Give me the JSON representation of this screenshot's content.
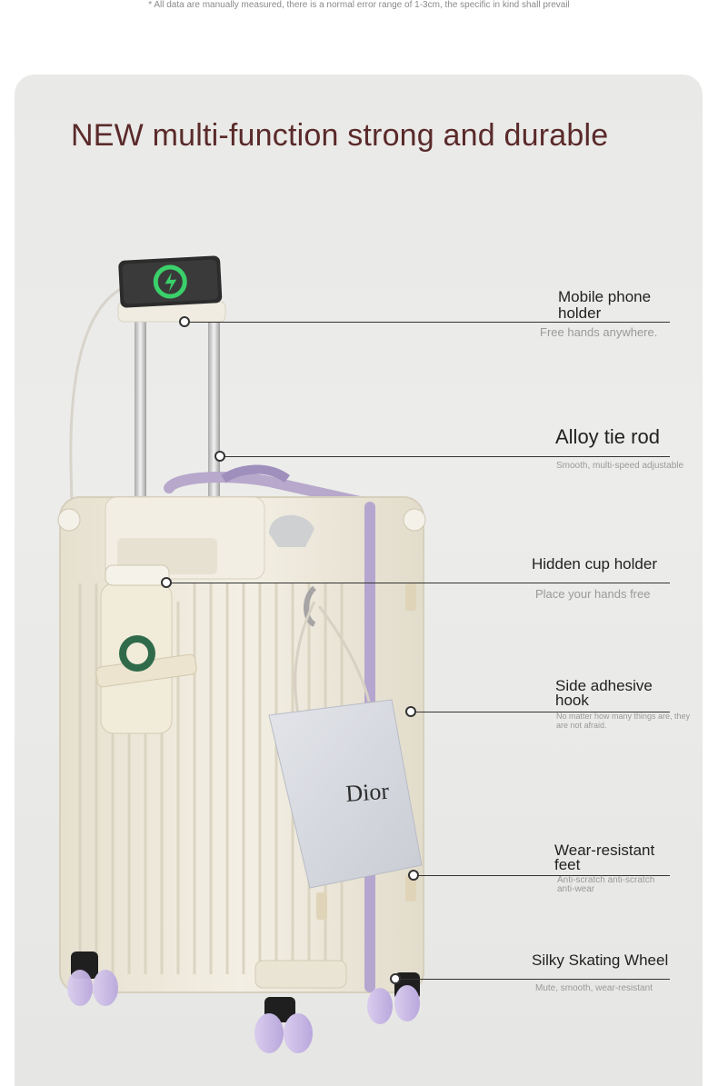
{
  "disclaimer": "* All data are manually measured, there is a normal error range of 1-3cm, the specific in kind shall prevail",
  "headline": "NEW multi-function strong and durable",
  "callouts": [
    {
      "title_lines": [
        "Mobile phone",
        "holder"
      ],
      "subtitle": "Free hands anywhere."
    },
    {
      "title_lines": [
        "Alloy tie rod"
      ],
      "subtitle": "Smooth, multi-speed adjustable"
    },
    {
      "title_lines": [
        "Hidden cup holder"
      ],
      "subtitle": "Place your hands free"
    },
    {
      "title_lines": [
        "Side adhesive",
        "hook"
      ],
      "subtitle_lines": [
        "No matter how many things are, they",
        "are not afraid."
      ]
    },
    {
      "title_lines": [
        "Wear-resistant",
        "feet"
      ],
      "subtitle_lines": [
        "Anti-scratch anti-scratch",
        "anti-wear"
      ]
    },
    {
      "title_lines": [
        "Silky Skating Wheel"
      ],
      "subtitle": "Mute, smooth, wear-resistant"
    }
  ],
  "bag_brand": "Dior",
  "colors": {
    "headline": "#5a2a2a",
    "suitcase": "#efeadc",
    "wheel": "#cdbde6",
    "phone_ring": "#3ad06a"
  }
}
